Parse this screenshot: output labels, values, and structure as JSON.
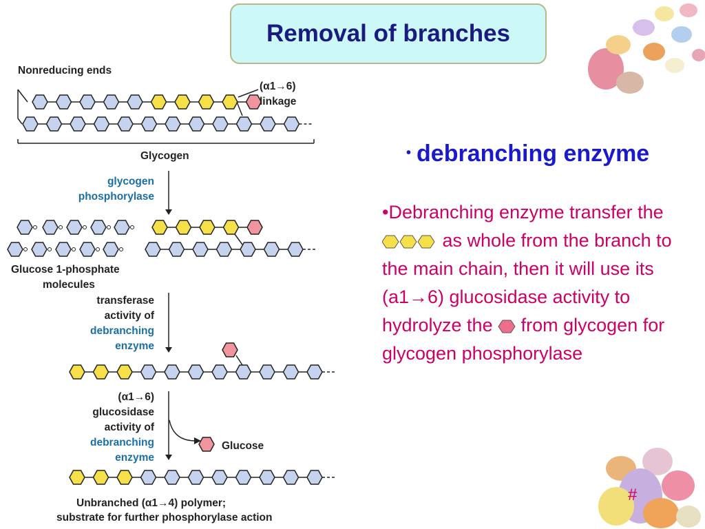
{
  "slide": {
    "title": "Removal of branches",
    "page_number": "#"
  },
  "diagram": {
    "nonreducing_ends": "Nonreducing ends",
    "linkage_line1": "(α1→6)",
    "linkage_line2": "linkage",
    "glycogen": "Glycogen",
    "enzyme1_line1": "glycogen",
    "enzyme1_line2": "phosphorylase",
    "g1p_line1": "Glucose 1-phosphate",
    "g1p_line2": "molecules",
    "step2_line1": "transferase",
    "step2_line2": "activity of",
    "step2_line3": "debranching",
    "step2_line4": "enzyme",
    "step3_line1": "(α1→6)",
    "step3_line2": "glucosidase",
    "step3_line3": "activity of",
    "step3_line4": "debranching",
    "step3_line5": "enzyme",
    "glucose": "Glucose",
    "final_line1": "Unbranched (α1→4) polymer;",
    "final_line2": "substrate for further phosphorylase action",
    "colors": {
      "blue_glucose": "#c5d3ee",
      "yellow_glucose": "#f5e04a",
      "pink_glucose": "#f0959e",
      "outline": "#222222"
    }
  },
  "bullets": {
    "heading_dot": "•",
    "heading": "debranching enzyme",
    "body_part1": "•Debranching enzyme transfer the",
    "body_part2": "as whole from the branch to the main chain, then it will use its (a1",
    "arrow": "→",
    "body_part3": "6) glucosidase activity to hydrolyze the",
    "body_part4": "from glycogen for glycogen phosphorylase"
  }
}
